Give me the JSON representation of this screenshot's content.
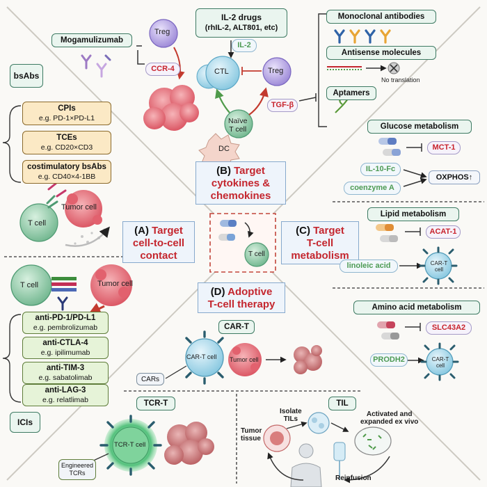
{
  "center": {
    "cell_label": "T cell"
  },
  "section_a": {
    "letter": "(A)",
    "title_1": "Target",
    "title_2": "cell-to-cell",
    "title_3": "contact",
    "bsabs_label": "bsAbs",
    "cpis": {
      "title": "CPIs",
      "example": "e.g. PD-1×PD-L1"
    },
    "tces": {
      "title": "TCEs",
      "example": "e.g. CD20×CD3"
    },
    "costim": {
      "title": "costimulatory bsAbs",
      "example": "e.g. CD40×4-1BB"
    },
    "tumor_cell": "Tumor cell",
    "t_cell": "T cell",
    "t_cell_2": "T cell",
    "tumor_cell_2": "Tumor cell",
    "icis_label": "ICIs",
    "ici_items": [
      {
        "title": "anti-PD-1/PD-L1",
        "example": "e.g. pembrolizumab"
      },
      {
        "title": "anti-CTLA-4",
        "example": "e.g. ipilimumab"
      },
      {
        "title": "anti-TIM-3",
        "example": "e.g. sabatolimab"
      },
      {
        "title": "anti-LAG-3",
        "example": "e.g. relatlimab"
      }
    ]
  },
  "section_b": {
    "letter": "(B)",
    "title_1": "Target",
    "title_2": "cytokines &",
    "title_3": "chemokines",
    "mogamulizumab": "Mogamulizumab",
    "treg": "Treg",
    "ccr4": "CCR-4",
    "il2_drugs_1": "IL-2 drugs",
    "il2_drugs_2": "(rhIL-2, ALT801, etc)",
    "il2": "IL-2",
    "ctl": "CTL",
    "treg_2": "Treg",
    "naive_1": "Naïve",
    "naive_2": "T cell",
    "dc": "DC",
    "tgfb": "TGF-β",
    "monoclonal": "Monoclonal antibodies",
    "antisense": "Antisense molecules",
    "no_translation": "No translation",
    "aptamers": "Aptamers"
  },
  "section_c": {
    "letter": "(C)",
    "title_1": "Target",
    "title_2": "T-cell",
    "title_3": "metabolism",
    "glucose": "Glucose metabolism",
    "mct1": "MCT-1",
    "il10fc": "IL-10-Fc",
    "coenzyme_a": "coenzyme A",
    "oxphos": "OXPHOS↑",
    "lipid": "Lipid metabolism",
    "acat1": "ACAT-1",
    "linoleic": "linoleic acid",
    "cart_cell_1": "CAR-T cell",
    "amino": "Amino acid metabolism",
    "slc43a2": "SLC43A2",
    "prodh2": "PRODH2",
    "cart_cell_2": "CAR-T cell"
  },
  "section_d": {
    "letter": "(D)",
    "title_1": "Adoptive",
    "title_2": "T-cell therapy",
    "cart": "CAR-T",
    "cart_cell": "CAR-T cell",
    "tumor_cell": "Tumor cell",
    "cars": "CARs",
    "tcrt": "TCR-T",
    "tcrt_cell": "TCR-T cell",
    "engineered_1": "Engineered",
    "engineered_2": "TCRs",
    "til": "TIL",
    "isolate_1": "Isolate",
    "isolate_2": "TILs",
    "activated_1": "Activated and",
    "activated_2": "expanded ex vivo",
    "tumor_tissue_1": "Tumor",
    "tumor_tissue_2": "tissue",
    "reinfusion": "Reinfusion"
  },
  "colors": {
    "accent_red": "#c4262e",
    "box_green_border": "#3d7a62",
    "box_tan": "#fbe9c5",
    "title_blue": "#86a9cd"
  }
}
